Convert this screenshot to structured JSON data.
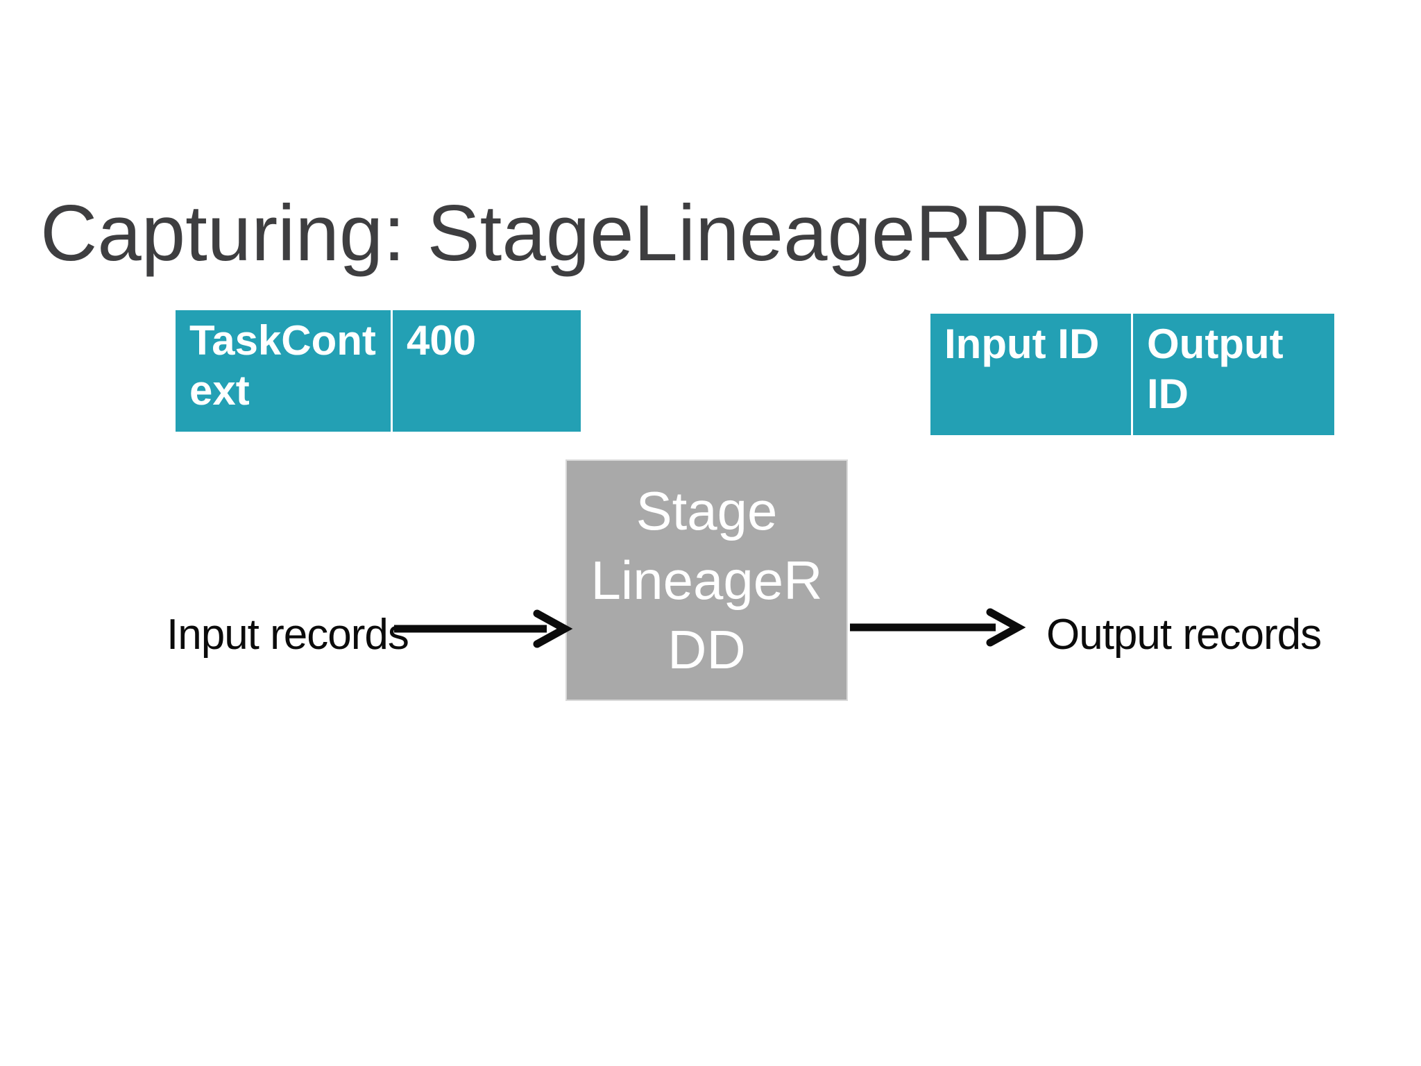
{
  "page": {
    "title": "Capturing: StageLineageRDD"
  },
  "colors": {
    "teal_cell": "#23A0B4",
    "gray_box": "#A9A9A9",
    "title_text": "#3E3E40",
    "label_text": "#0B0B0B",
    "cell_text": "#FFFFFF",
    "background": "#FFFFFF"
  },
  "task_context_table": {
    "cells": [
      {
        "value": "TaskContext",
        "lines": [
          "TaskCont",
          "ext"
        ]
      },
      {
        "value": "400",
        "lines": [
          "400"
        ]
      }
    ]
  },
  "id_table": {
    "cells": [
      {
        "value": "Input ID",
        "lines": [
          "Input ID"
        ]
      },
      {
        "value": "Output ID",
        "lines": [
          "Output",
          "ID"
        ]
      }
    ]
  },
  "stage_box": {
    "value": "StageLineageRDD",
    "lines": [
      "Stage",
      "LineageR",
      "DD"
    ]
  },
  "flow": {
    "input_label": "Input records",
    "output_label": "Output records"
  }
}
